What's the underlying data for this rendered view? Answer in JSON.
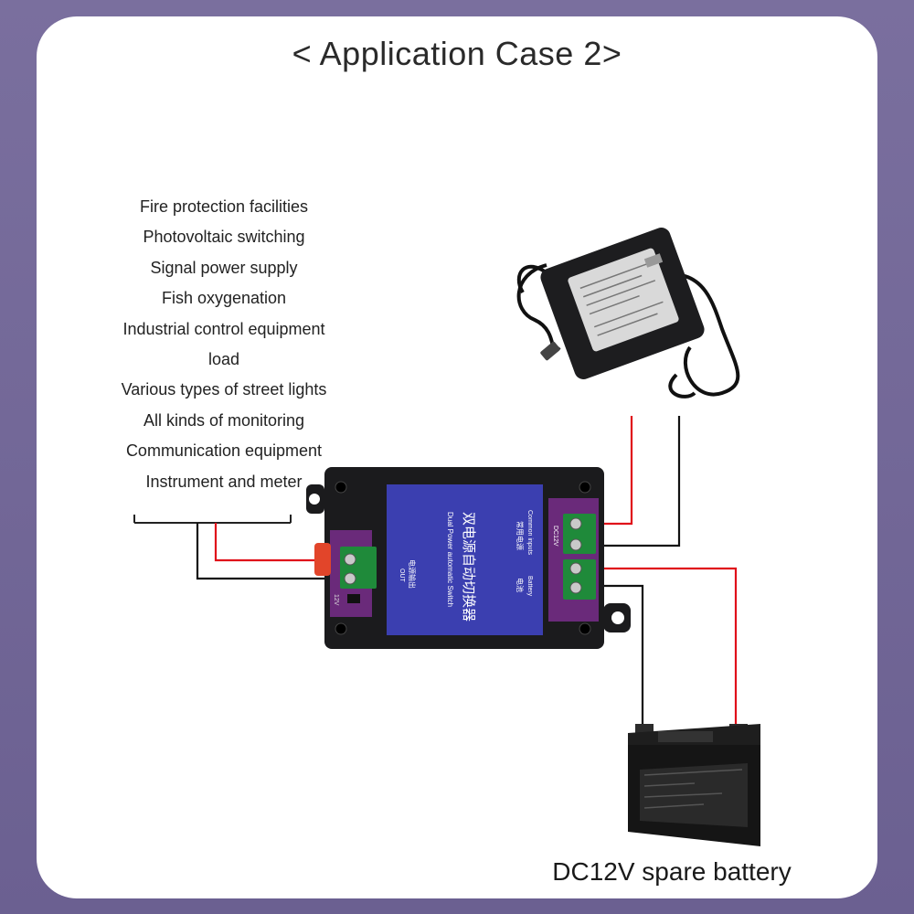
{
  "title": "< Application Case 2>",
  "applications": [
    "Fire protection facilities",
    "Photovoltaic switching",
    "Signal power supply",
    "Fish oxygenation",
    "Industrial control equipment",
    "load",
    "Various types of street lights",
    "All kinds of monitoring",
    "Communication equipment",
    "Instrument and meter"
  ],
  "module": {
    "title_cn": "双电源自动切换器",
    "title_en": "Dual Power automatic Switch",
    "output_cn": "电源输出",
    "output_en": "OUT",
    "common_en": "Common inputs",
    "common_cn": "常用电源",
    "dc_label": "DC12V",
    "battery_en": "Battery",
    "battery_cn": "电池",
    "voltage_tag": "12V"
  },
  "battery_label": "DC12V spare battery",
  "colors": {
    "wire_positive": "#e0101a",
    "wire_negative": "#111111",
    "module_panel": "#3b3fb0",
    "terminal": "#1f8a3a",
    "pcb": "#6a2a7a"
  }
}
